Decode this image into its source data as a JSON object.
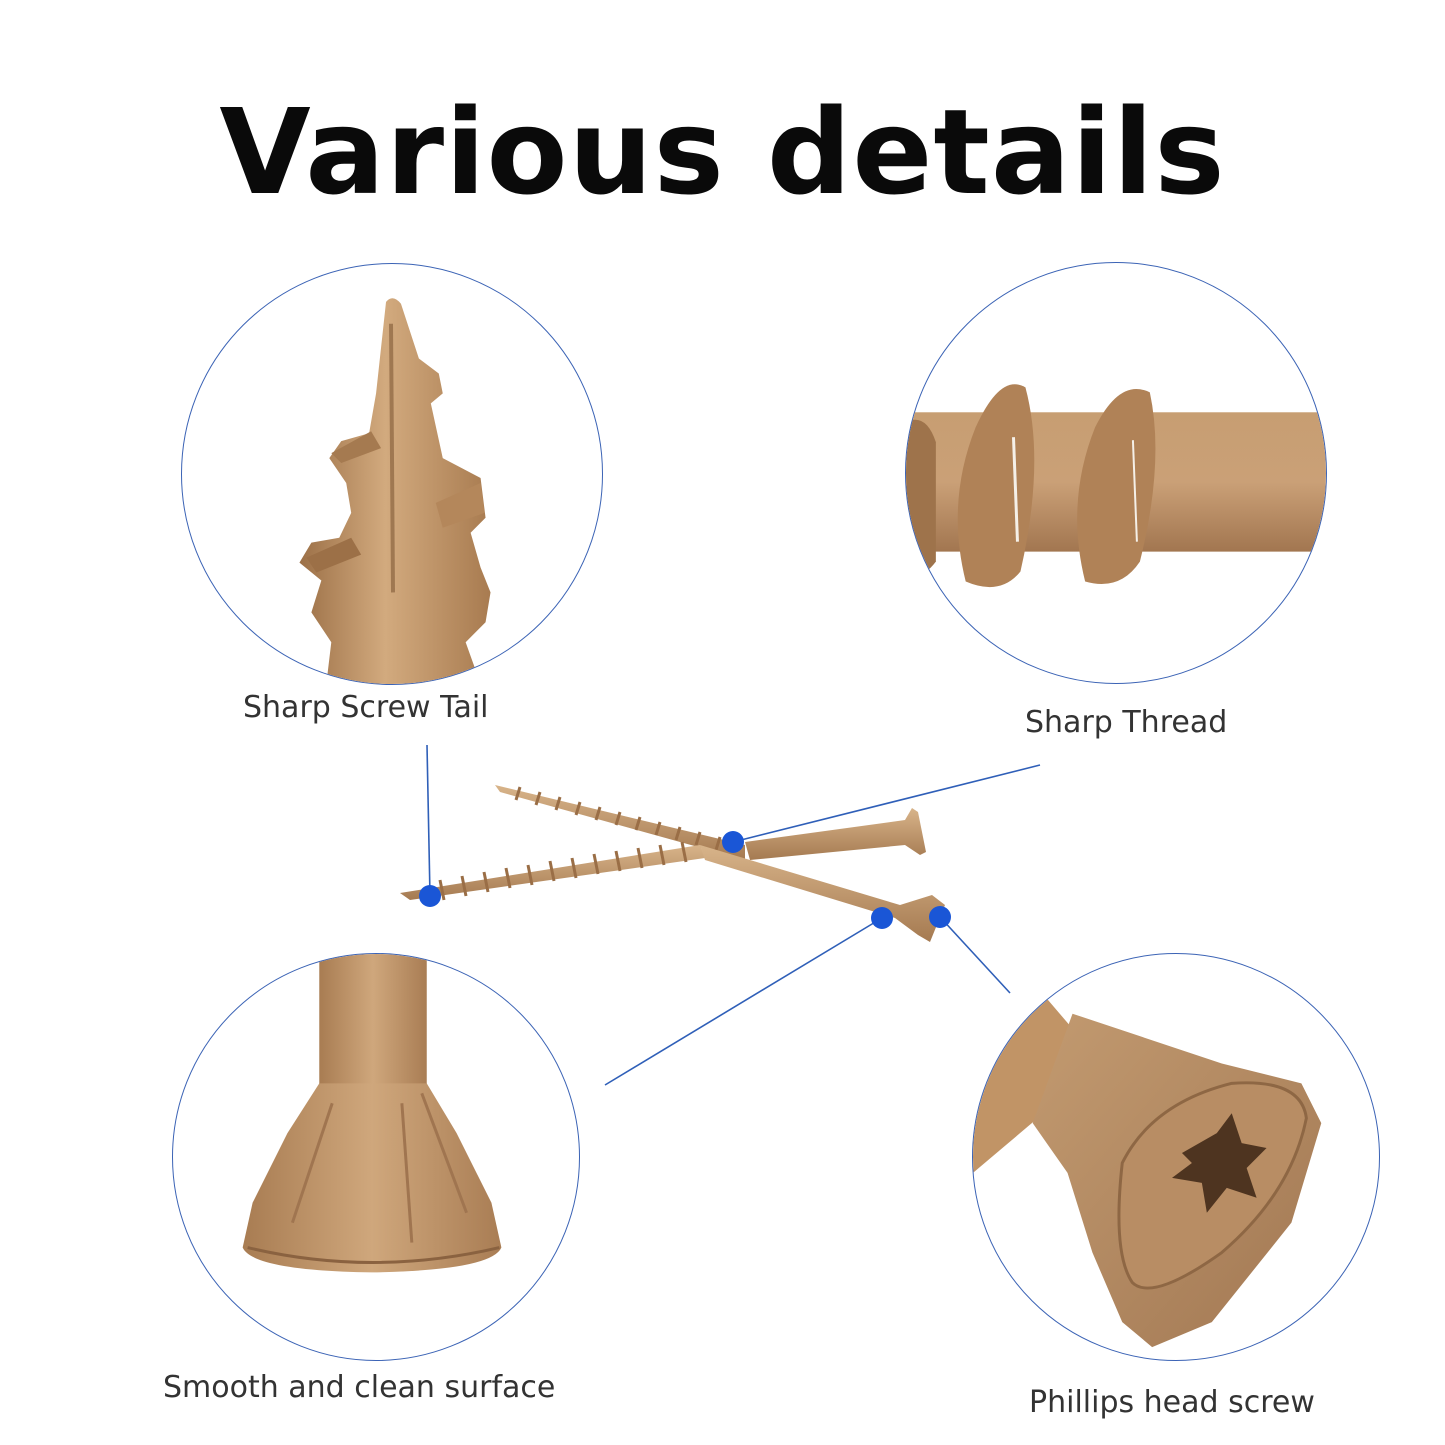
{
  "title": "Various details",
  "colors": {
    "accent_blue": "#1a56d6",
    "line_blue": "#2f5fb8",
    "circle_border": "#3b63b5",
    "bronze": "#b98a5e",
    "bronze_dark": "#8c6440",
    "bronze_light": "#d9b48a",
    "text": "#333333"
  },
  "details": [
    {
      "id": "tail",
      "label": "Sharp Screw Tail",
      "icon": "screw-tip-closeup"
    },
    {
      "id": "thread",
      "label": "Sharp Thread",
      "icon": "screw-thread-closeup"
    },
    {
      "id": "surface",
      "label": "Smooth and clean surface",
      "icon": "screw-head-side-closeup"
    },
    {
      "id": "head",
      "label": "Phillips head screw",
      "icon": "screw-head-recess-closeup"
    }
  ],
  "center_image": {
    "subject": "two-bronze-deck-screws-crossed",
    "markers": 4
  }
}
